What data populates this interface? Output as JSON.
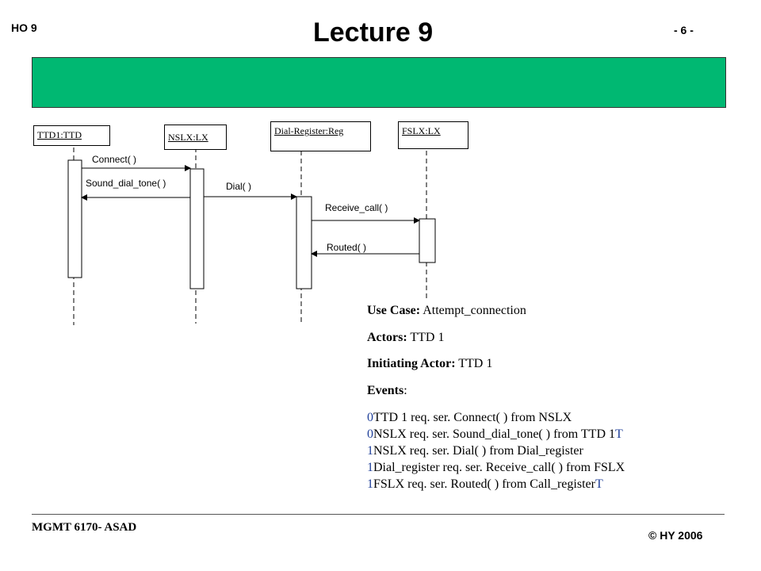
{
  "header": {
    "left": "HO 9",
    "title": "Lecture 9",
    "page": "- 6 -"
  },
  "diagram": {
    "objects": [
      {
        "id": "ttd",
        "label": "TTD1:TTD"
      },
      {
        "id": "nslx",
        "label": "NSLX:LX"
      },
      {
        "id": "dialreg",
        "label": "Dial-Register:Reg"
      },
      {
        "id": "fslx",
        "label": "FSLX:LX"
      }
    ],
    "messages": [
      {
        "label": "Connect( )",
        "from": "ttd",
        "to": "nslx"
      },
      {
        "label": "Sound_dial_tone( )",
        "from": "nslx",
        "to": "ttd"
      },
      {
        "label": "Dial( )",
        "from": "nslx",
        "to": "dialreg"
      },
      {
        "label": "Receive_call( )",
        "from": "dialreg",
        "to": "fslx"
      },
      {
        "label": "Routed( )",
        "from": "fslx",
        "to": "dialreg"
      }
    ]
  },
  "usecase": {
    "use_case_label": "Use Case:",
    "use_case_value": " Attempt_connection",
    "actors_label": "Actors:",
    "actors_value": " TTD 1",
    "initiating_label": "Initiating Actor:",
    "initiating_value": " TTD 1",
    "events_label": "Events",
    "events_colon": ":",
    "events": [
      {
        "idx": "0",
        "text": "TTD 1 req. ser. Connect( ) from NSLX",
        "tail": ""
      },
      {
        "idx": "0",
        "text": "NSLX req. ser. Sound_dial_tone( ) from TTD 1",
        "tail": "T"
      },
      {
        "idx": "1",
        "text": "NSLX req. ser. Dial( ) from Dial_register",
        "tail": ""
      },
      {
        "idx": "1",
        "text": "Dial_register req. ser. Receive_call( ) from FSLX",
        "tail": ""
      },
      {
        "idx": "1",
        "text": "FSLX  req. ser. Routed( ) from Call_register",
        "tail": "T"
      }
    ]
  },
  "footer": {
    "left": "MGMT 6170- ASAD",
    "right": "© HY  2006"
  },
  "colors": {
    "banner": "#00b872",
    "event_accent": "#1f3f99"
  }
}
